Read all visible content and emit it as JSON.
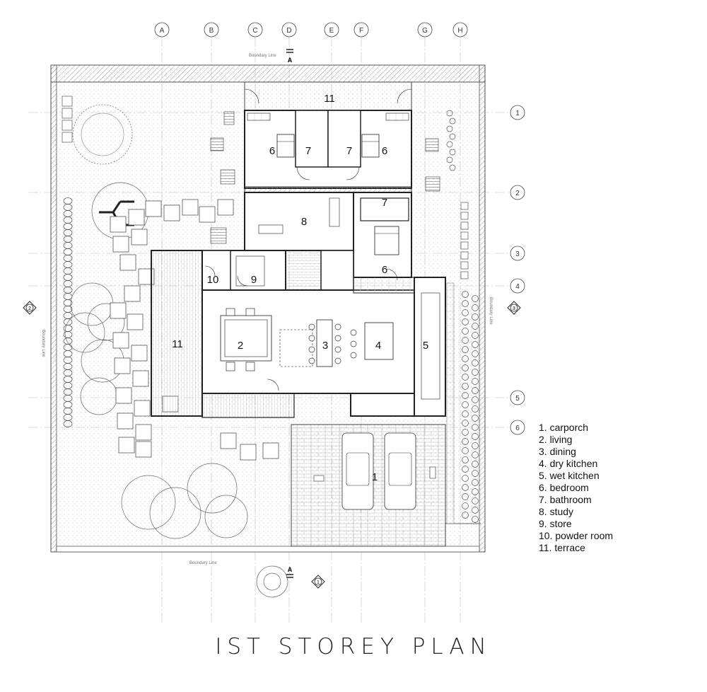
{
  "title": "IST STOREY PLAN",
  "grid": {
    "columns": [
      "A",
      "B",
      "C",
      "D",
      "E",
      "F",
      "G",
      "H"
    ],
    "rows": [
      "1",
      "2",
      "3",
      "4",
      "5",
      "6"
    ]
  },
  "section_marker": "A",
  "boundary_label": "Boundary Line",
  "elevation_markers": [
    "1",
    "2",
    "3"
  ],
  "rooms": {
    "carporch": "1",
    "living": "2",
    "dining": "3",
    "dry_kitchen": "4",
    "wet_kitchen": "5",
    "bedroom_a": "6",
    "bedroom_b": "6",
    "bedroom_c": "6",
    "bathroom_a": "7",
    "bathroom_b": "7",
    "bathroom_c": "7",
    "study": "8",
    "store": "9",
    "powder_room": "10",
    "terrace_top": "11",
    "terrace_left": "11"
  },
  "legend": [
    "1. carporch",
    "2. living",
    "3. dining",
    "4. dry kitchen",
    "5. wet kitchen",
    "6. bedroom",
    "7. bathroom",
    "8. study",
    "9. store",
    "10. powder room",
    "11. terrace"
  ]
}
